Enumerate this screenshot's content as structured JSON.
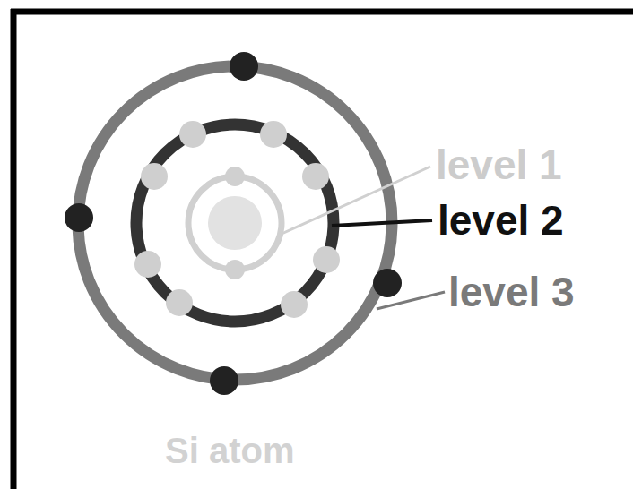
{
  "diagram": {
    "caption": "Si atom",
    "labels": [
      "level 1",
      "level 2",
      "level 3"
    ]
  }
}
